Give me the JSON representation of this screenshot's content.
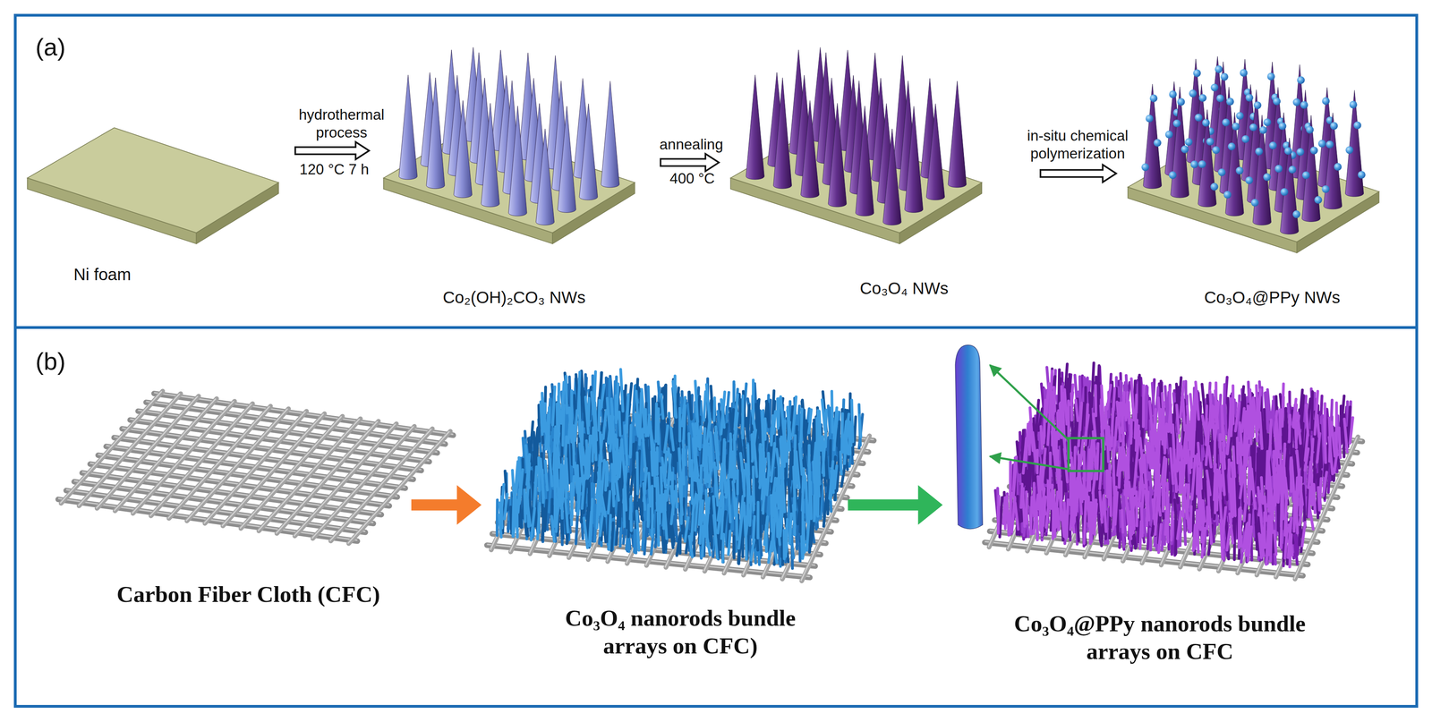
{
  "diagram": {
    "nodes": [
      {
        "text": [
          "(a)"
        ]
      },
      {
        "text": [
          "Ni foam"
        ],
        "in": 0
      },
      {
        "text": [
          "Co₂(OH)₂CO₃ NWs"
        ],
        "in": 0
      },
      {
        "text": [
          "Co₃O₄ NWs"
        ],
        "in": 0
      },
      {
        "text": [
          "Co₃O₄@PPy NWs"
        ],
        "in": 0
      },
      {
        "text": [
          "(b)"
        ]
      },
      {
        "text": [
          "Carbon Fiber Cloth (CFC)"
        ],
        "in": 5
      },
      {
        "text": [
          "Co₃O₄ nanorods bundle arrays on CFC)"
        ],
        "in": 5
      },
      {
        "text": [
          "Co₃O₄@PPy nanorods bundle arrays on CFC"
        ],
        "in": 5
      }
    ],
    "edges": [
      {
        "from": 1,
        "to": 2,
        "arrow": "to",
        "label": "hydrothermal process"
      },
      {
        "from": 2,
        "to": 3,
        "arrow": "to",
        "label": "annealing"
      },
      {
        "from": 3,
        "to": 4,
        "arrow": "to",
        "label": "in-situ chemical polymerization"
      },
      {
        "from": 6,
        "to": 7,
        "arrow": "to"
      },
      {
        "from": 7,
        "to": 8,
        "arrow": "to"
      }
    ],
    "labels": [
      "120 °C 7 h",
      "400 °C"
    ]
  }
}
